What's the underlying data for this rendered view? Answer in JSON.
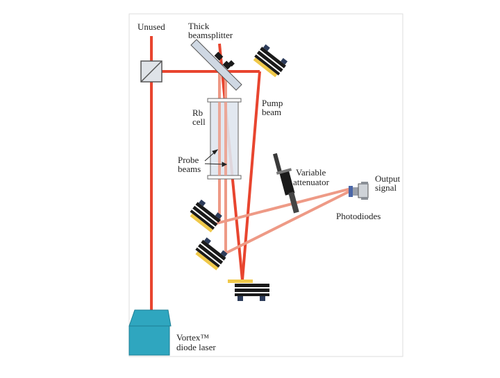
{
  "colors": {
    "laser_beam": "#e8452f",
    "probe_beam": "#ee9a86",
    "laser_body": "#2fa6bf",
    "mirror_coating": "#f0c94a",
    "mount": "#1a1a1a",
    "glass": "#cfd8e3"
  },
  "labels": {
    "unused": "Unused",
    "thick_1": "Thick",
    "thick_2": "beamsplitter",
    "rb_1": "Rb",
    "rb_2": "cell",
    "pump_1": "Pump",
    "pump_2": "beam",
    "probe_1": "Probe",
    "probe_2": "beams",
    "var_1": "Variable",
    "var_2": "attenuator",
    "out_1": "Output",
    "out_2": "signal",
    "photodiodes": "Photodiodes",
    "laser_1": "Vortex™",
    "laser_2": "diode laser"
  }
}
